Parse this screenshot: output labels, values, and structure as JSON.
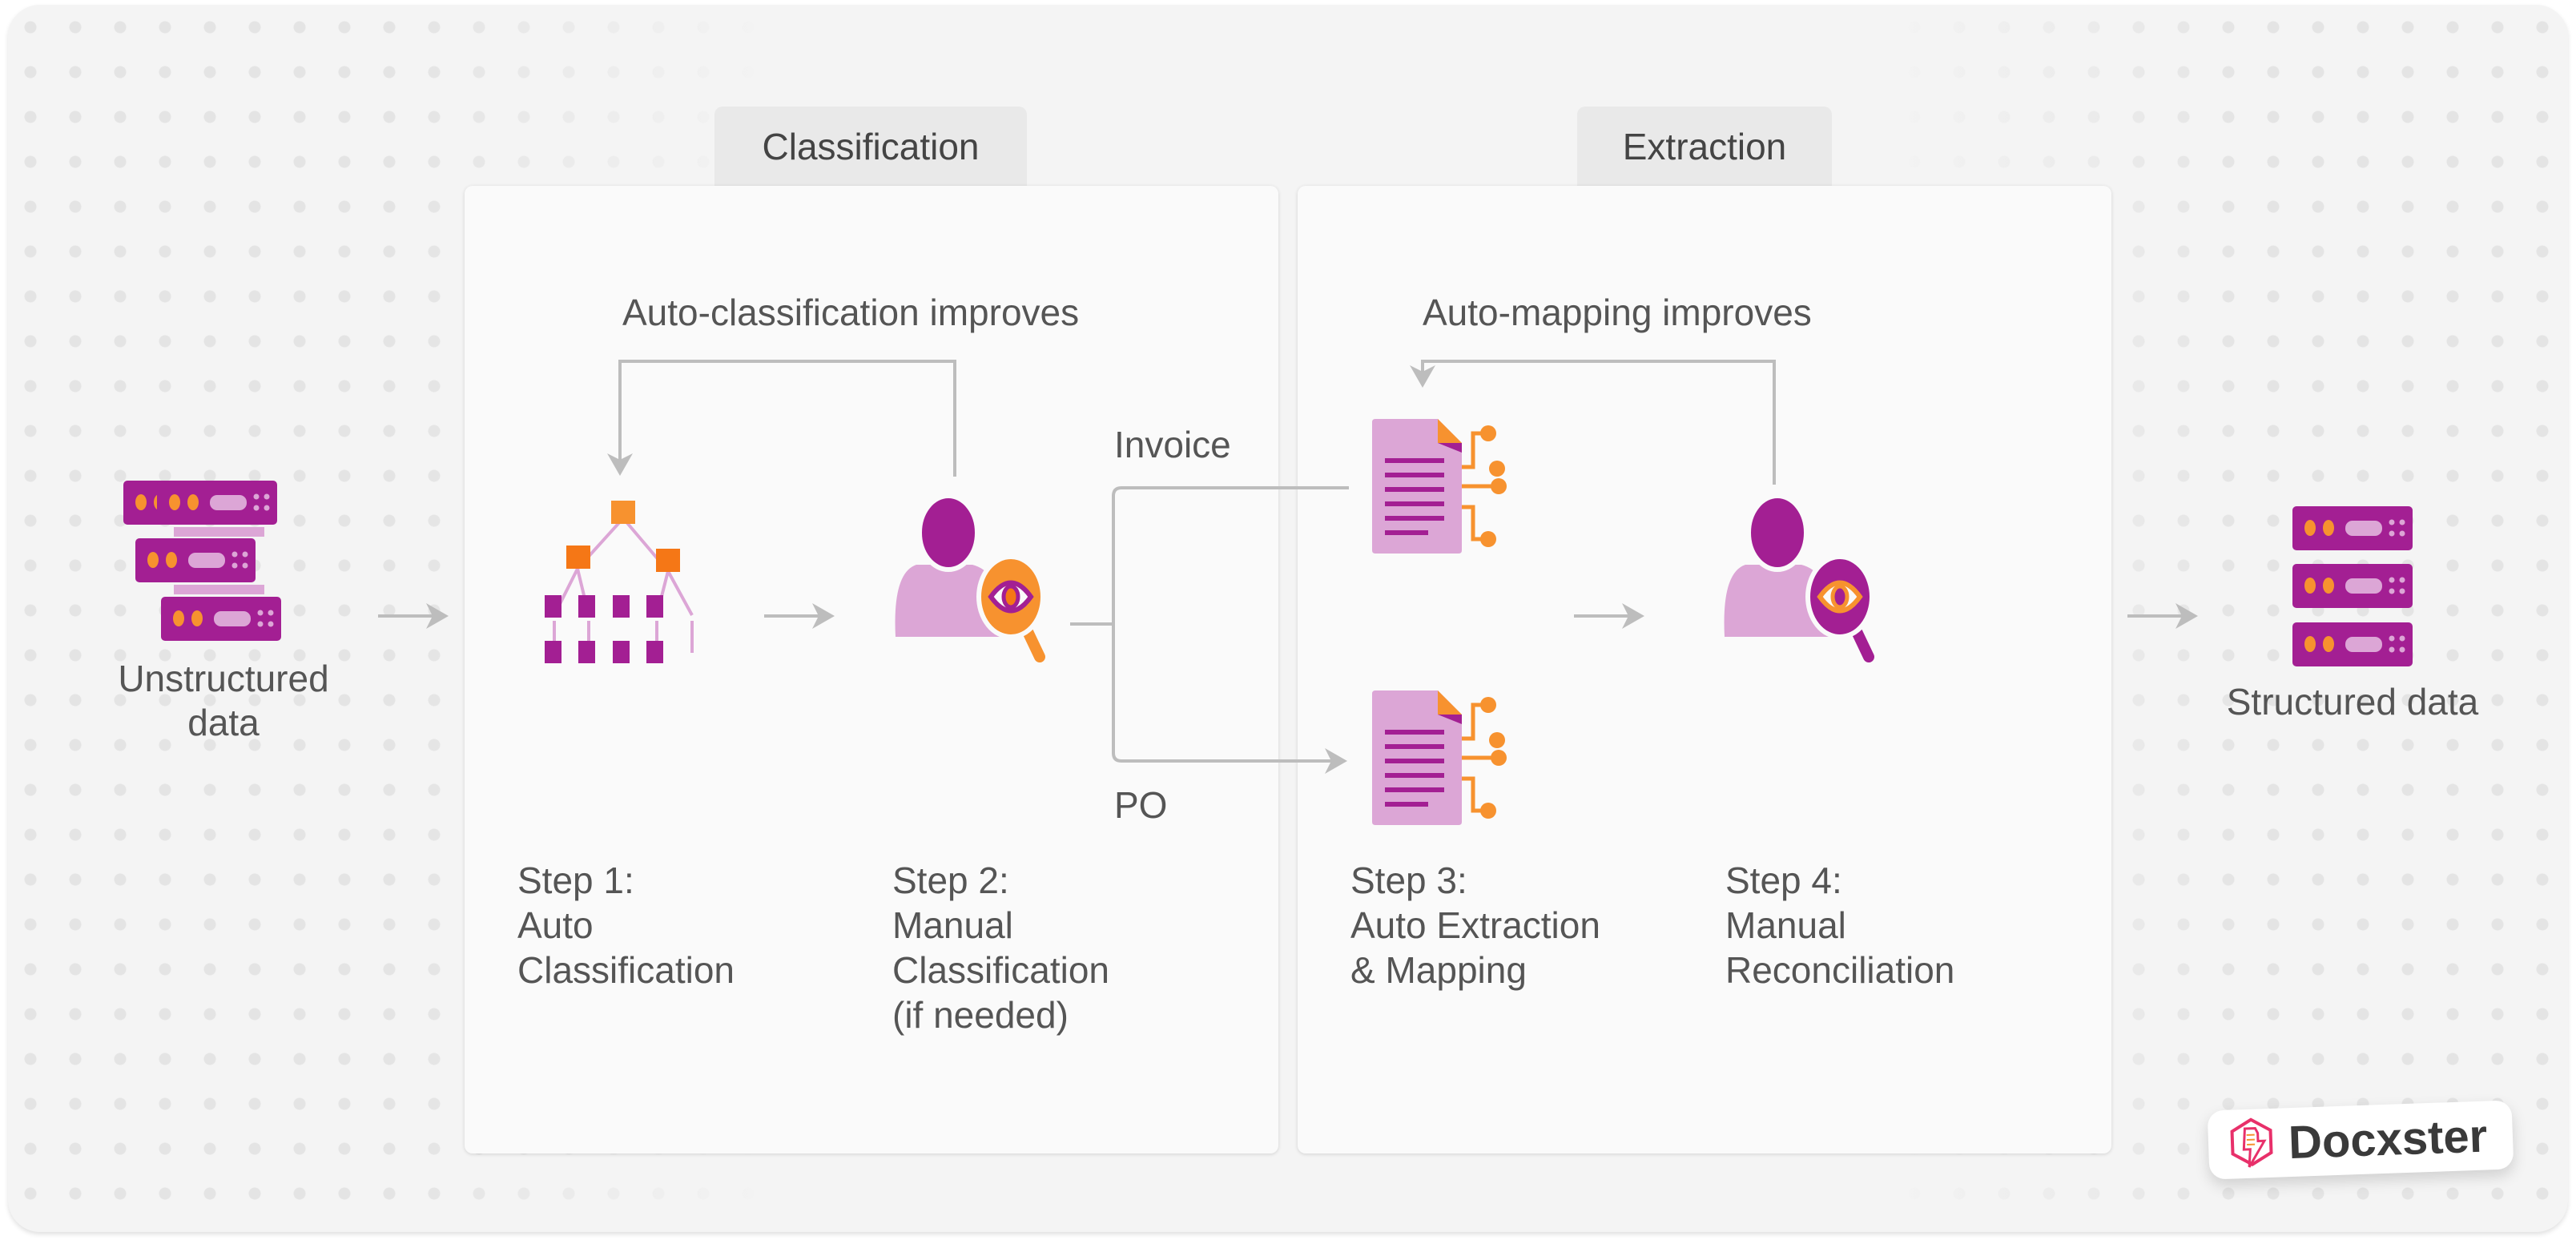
{
  "phases": {
    "classification": "Classification",
    "extraction": "Extraction"
  },
  "loops": {
    "classification": "Auto-classification improves",
    "extraction": "Auto-mapping improves"
  },
  "source": {
    "line1": "Unstructured",
    "line2": "data"
  },
  "target": {
    "label": "Structured data"
  },
  "branches": {
    "invoice": "Invoice",
    "po": "PO"
  },
  "steps": [
    {
      "title": "Step 1:",
      "lines": [
        "Auto",
        "Classification"
      ]
    },
    {
      "title": "Step 2:",
      "lines": [
        "Manual",
        "Classification",
        "(if needed)"
      ]
    },
    {
      "title": "Step 3:",
      "lines": [
        "Auto Extraction",
        "& Mapping"
      ]
    },
    {
      "title": "Step 4:",
      "lines": [
        "Manual",
        "Reconciliation"
      ]
    }
  ],
  "brand": {
    "name": "Docxster"
  },
  "colors": {
    "purple": "#a31f93",
    "light": "#dca6d6",
    "orange": "#f7922f",
    "dark_orange": "#f57716",
    "line": "#bdbdbd",
    "text": "#555555"
  }
}
